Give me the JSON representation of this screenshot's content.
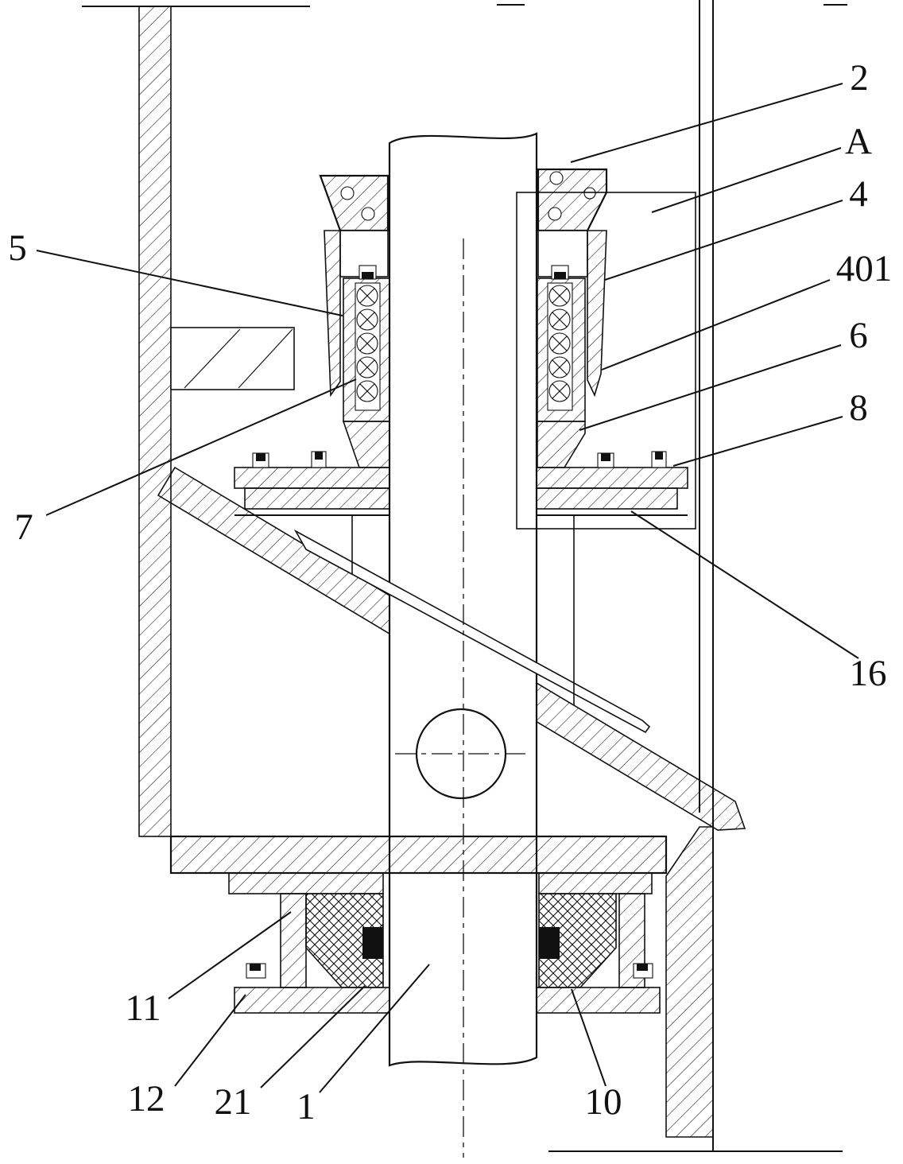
{
  "figure": {
    "type": "mechanical-cross-section-patent-drawing",
    "background_color": "#ffffff",
    "ink_color": "#111111",
    "detail_region_marker": "A"
  },
  "labels": {
    "l2": "2",
    "lA": "A",
    "l4": "4",
    "l401": "401",
    "l6": "6",
    "l8": "8",
    "l16": "16",
    "l5": "5",
    "l7": "7",
    "l11": "11",
    "l12": "12",
    "l21": "21",
    "l1": "1",
    "l10": "10"
  }
}
